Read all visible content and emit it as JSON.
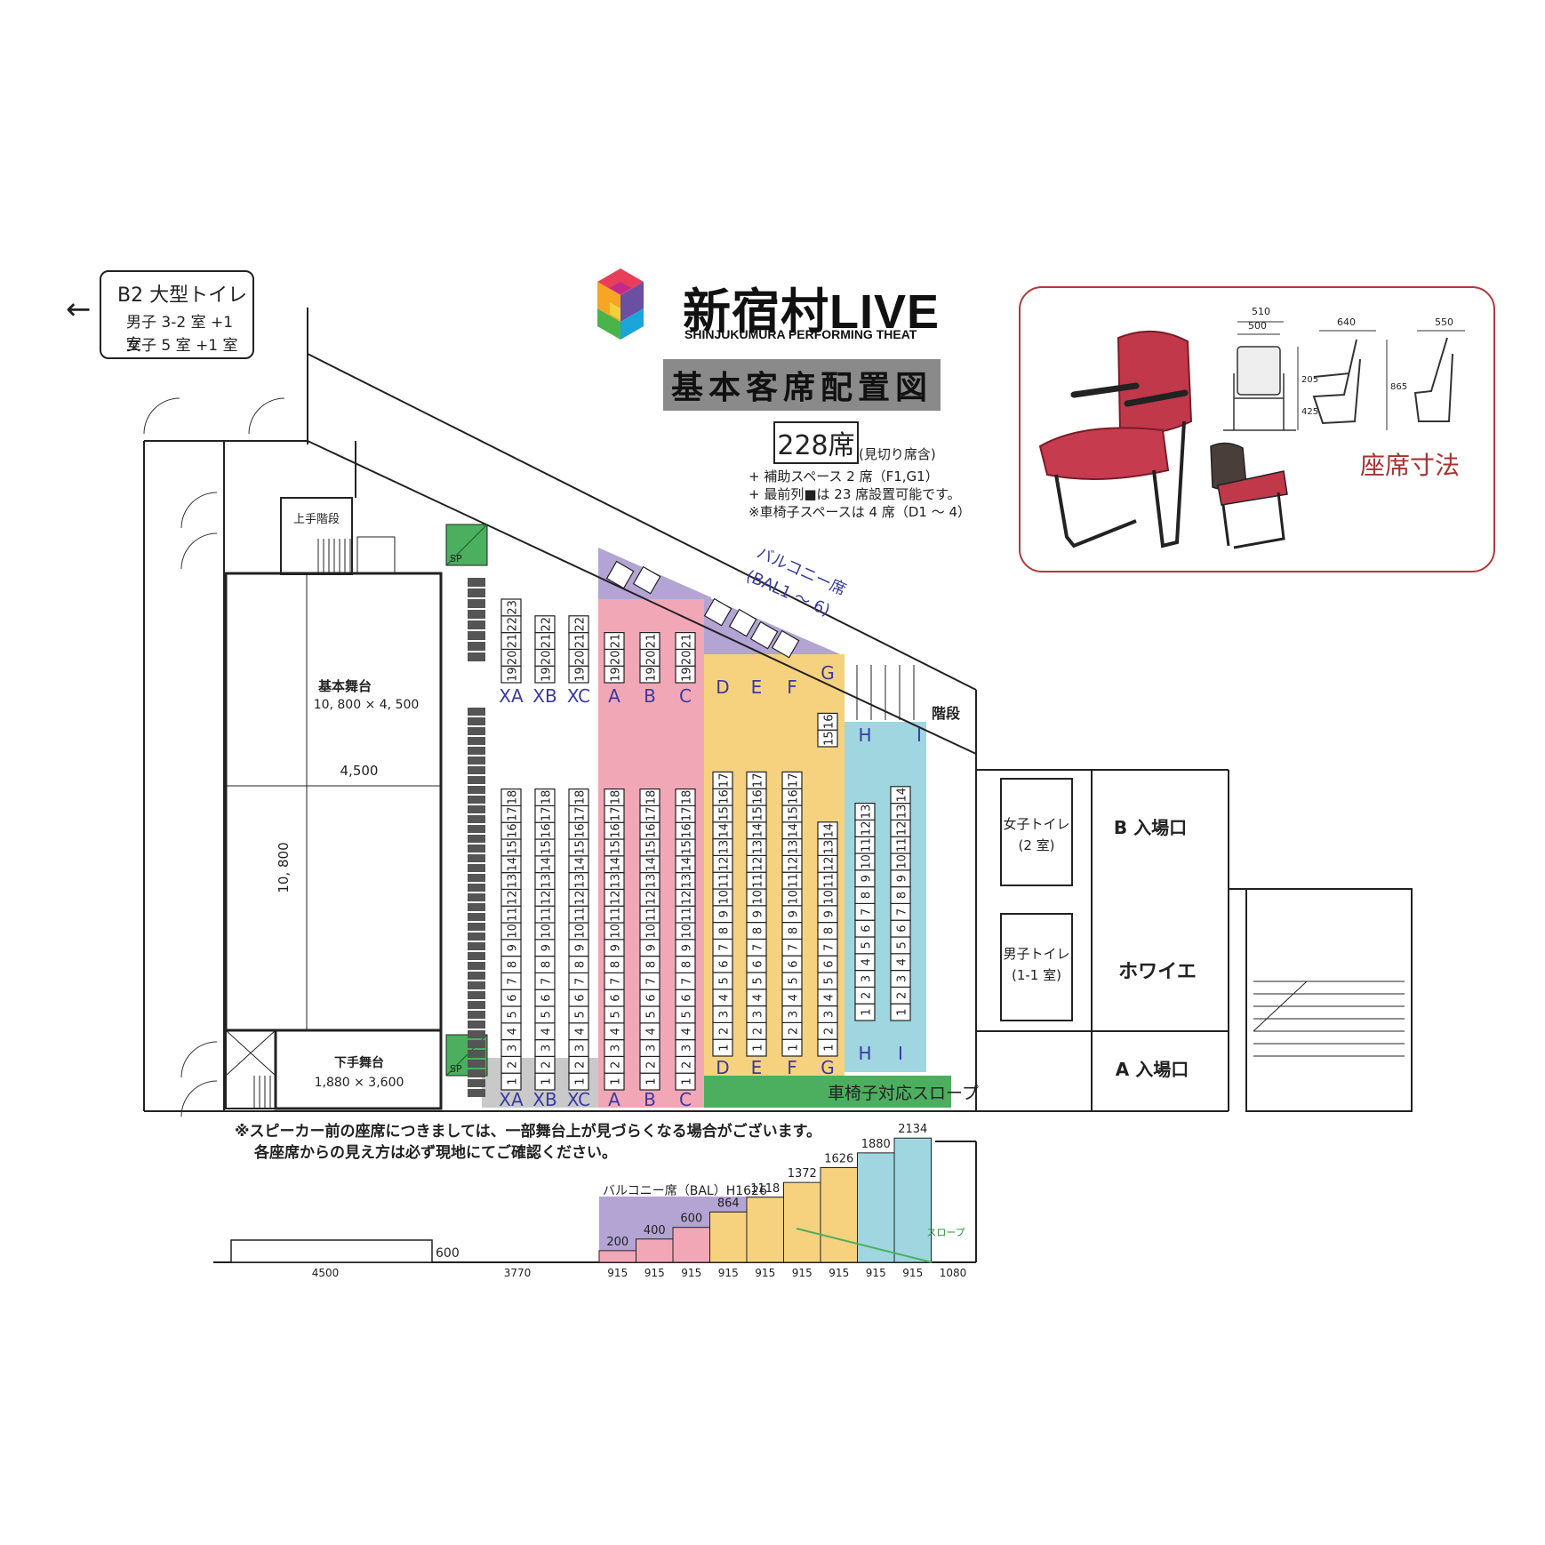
{
  "logo": {
    "name": "新宿村LIVE",
    "subtitle": "SHINJUKUMURA PERFORMING THEAT",
    "colors": [
      "#e83e5a",
      "#f6a623",
      "#f3d13b",
      "#49b44a",
      "#1aa6d8",
      "#6a4fa2",
      "#c2298b"
    ]
  },
  "title": "基本客席配置図",
  "capacity": {
    "count": "228席",
    "note": "(見切り席含)"
  },
  "notes": [
    "+ 補助スペース 2 席（F1,G1）",
    "+ 最前列■は 23 席設置可能です。",
    "※車椅子スペースは 4 席（D1 〜 4）"
  ],
  "toilet_b2": {
    "arrow": "←",
    "title": "B2 大型トイレ",
    "male": "男子 3-2 室 +1 室",
    "female": "女子 5 室 +1 室"
  },
  "seat_dims": {
    "label": "座席寸法",
    "dims": [
      "510",
      "500",
      "640",
      "550",
      "205",
      "425",
      "865"
    ]
  },
  "stage": {
    "main_label": "基本舞台",
    "main_size": "10, 800 × 4, 500",
    "depth": "4,500",
    "width": "10, 800",
    "sub_label": "下手舞台",
    "sub_size": "1,880 × 3,600",
    "upper_stairs": "上手階段"
  },
  "balcony": {
    "label": "バルコニー席",
    "range": "(BAL1 〜 6)"
  },
  "rows": {
    "XA": "XA",
    "XB": "XB",
    "XC": "XC",
    "A": "A",
    "B": "B",
    "C": "C",
    "D": "D",
    "E": "E",
    "F": "F",
    "G": "G",
    "H": "H",
    "I": "I"
  },
  "sp": "SP",
  "stairs": "階段",
  "toilets": {
    "female": "女子トイレ",
    "female_rooms": "(2 室)",
    "male": "男子トイレ",
    "male_rooms": "(1-1 室)"
  },
  "entrances": {
    "b": "B 入場口",
    "a": "A 入場口",
    "foyer": "ホワイエ"
  },
  "slope": "車椅子対応スロープ",
  "warning": [
    "※スピーカー前の座席につきましては、一部舞台上が見づらくなる場合がございます。",
    "各座席からの見え方は必ず現地にてご確認ください。"
  ],
  "section": {
    "balcony": "バルコニー席（BAL）H1626",
    "slope": "スロープ",
    "stage_height": "600",
    "heights": [
      "200",
      "400",
      "600",
      "864",
      "1118",
      "1372",
      "1626",
      "1880",
      "2134"
    ],
    "widths": [
      "4500",
      "3770",
      "915",
      "915",
      "915",
      "915",
      "915",
      "915",
      "915",
      "915",
      "915",
      "1080"
    ]
  },
  "colors": {
    "pink": "#f2a7b6",
    "yellow": "#f6d27f",
    "blue": "#9fd6df",
    "purple": "#b3a4d4",
    "green": "#4caf60",
    "gray": "#c9c9c9",
    "dark": "#555555"
  }
}
